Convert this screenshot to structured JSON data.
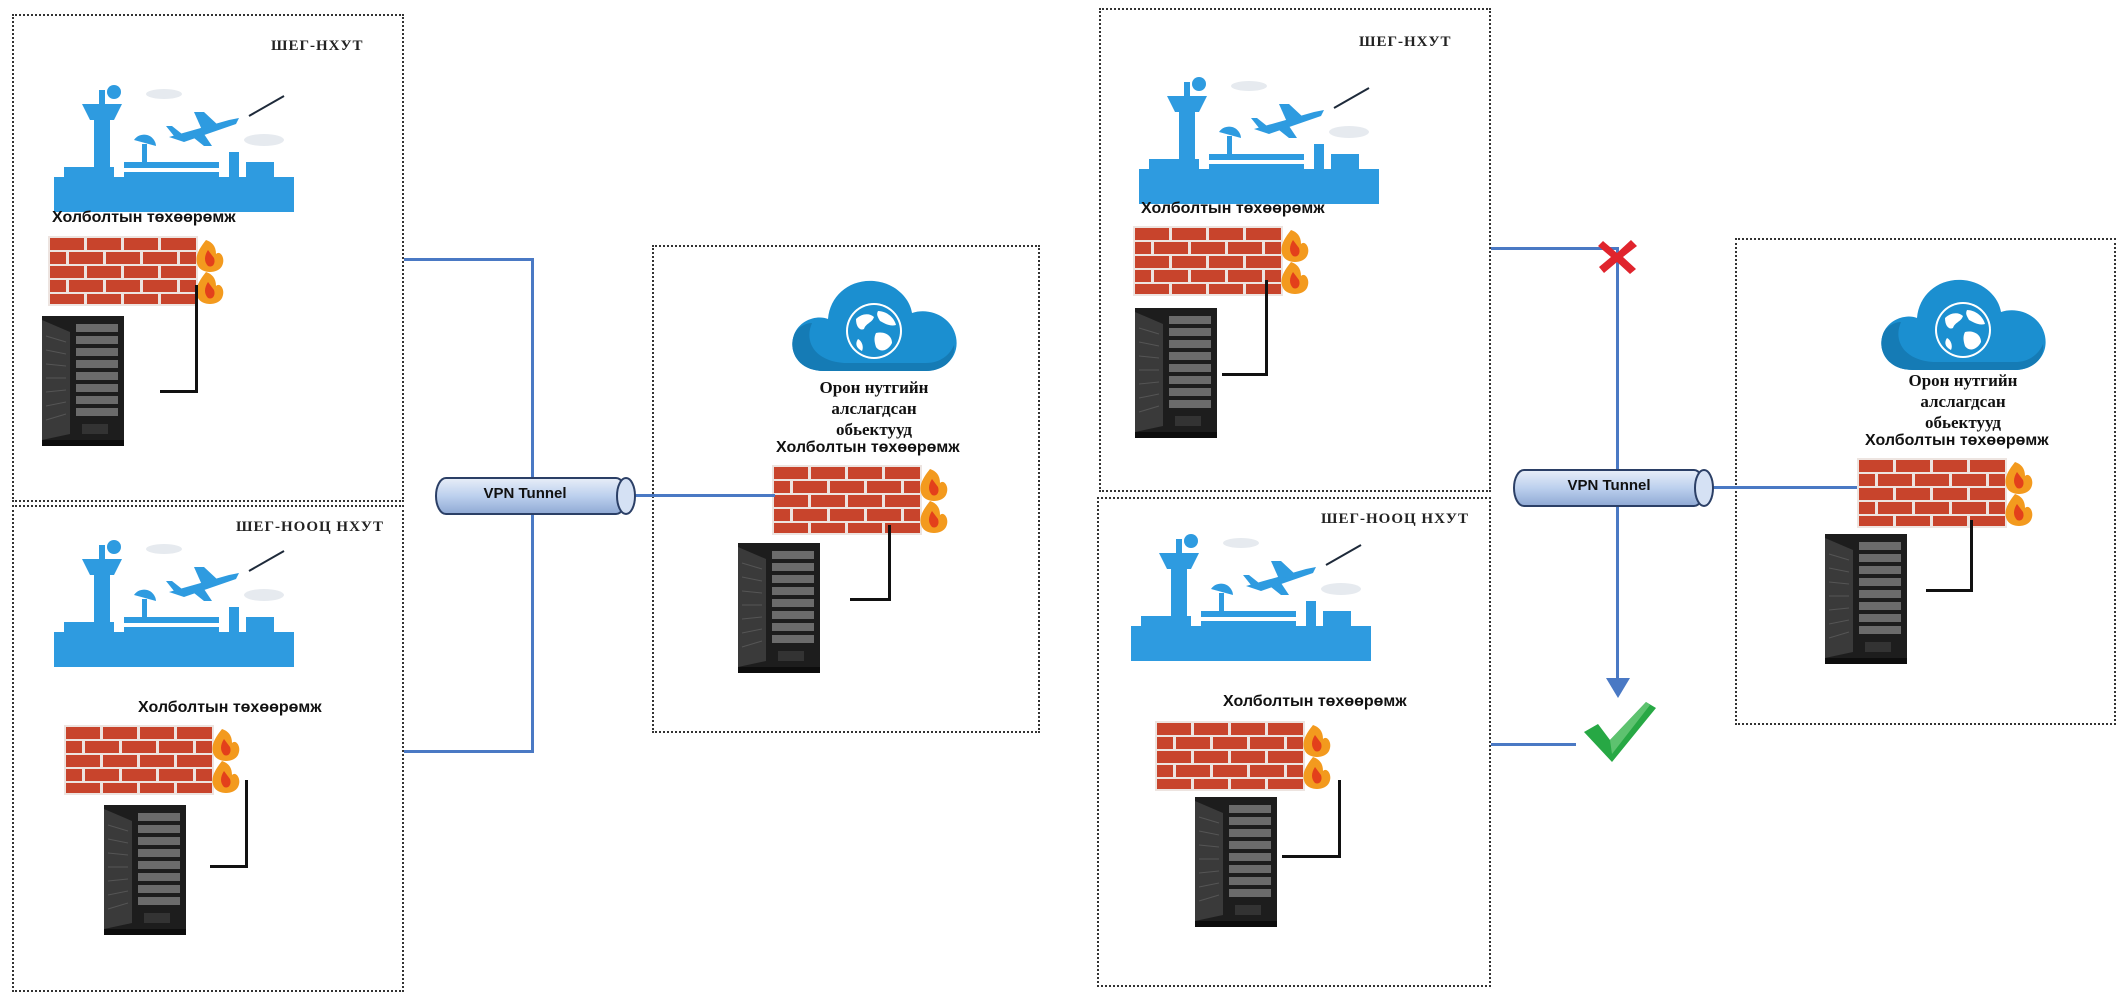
{
  "left_diagram": {
    "site_top": {
      "title": "ШЕГ-НХУТ",
      "device_label": "Холболтын төхөөрөмж"
    },
    "site_bottom": {
      "title": "ШЕГ-НООЦ НХУТ",
      "device_label": "Холболтын төхөөрөмж"
    },
    "tunnel": {
      "label": "VPN Tunnel"
    },
    "remote": {
      "cloud_lines": [
        "Орон нутгийн",
        "алслагдсан",
        "обьектууд"
      ],
      "device_label": "Холболтын төхөөрөмж"
    }
  },
  "right_diagram": {
    "site_top": {
      "title": "ШЕГ-НХУТ",
      "device_label": "Холболтын төхөөрөмж"
    },
    "site_bottom": {
      "title": "ШЕГ-НООЦ НХУТ",
      "device_label": "Холболтын төхөөрөмж"
    },
    "tunnel": {
      "label": "VPN Tunnel"
    },
    "remote": {
      "cloud_lines": [
        "Орон нутгийн",
        "алслагдсан",
        "обьектууд"
      ],
      "device_label": "Холболтын төхөөрөмж"
    },
    "status": {
      "failed_link": "cross-icon",
      "active_link": "check-icon"
    }
  },
  "colors": {
    "link_blue": "#4a79c4",
    "airport_blue": "#2e9be0",
    "firewall_red": "#c8442c",
    "flame": "#f39a1e",
    "cloud_blue": "#1b8fd0",
    "cross_red": "#e0242d",
    "check_green": "#27a844"
  }
}
